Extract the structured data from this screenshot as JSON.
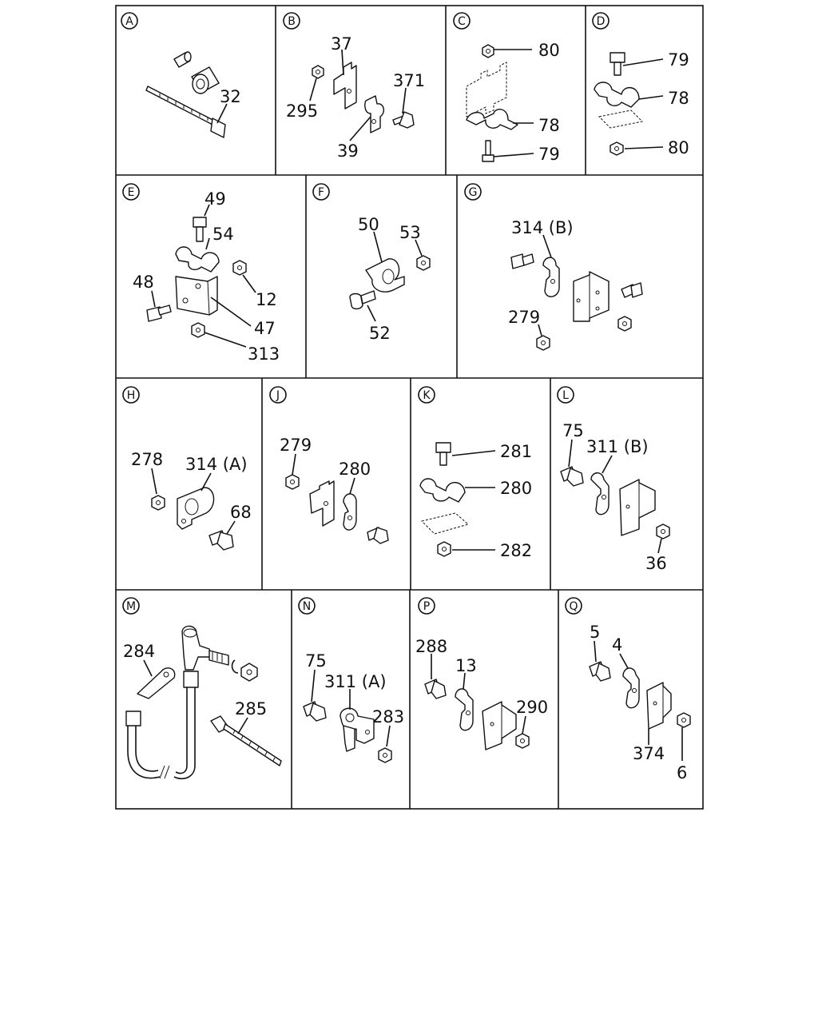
{
  "panels": [
    {
      "letter": "A",
      "labels": [
        "32"
      ]
    },
    {
      "letter": "B",
      "labels": [
        "37",
        "295",
        "371",
        "39"
      ]
    },
    {
      "letter": "C",
      "labels": [
        "80",
        "78",
        "79"
      ]
    },
    {
      "letter": "D",
      "labels": [
        "79",
        "78",
        "80"
      ]
    },
    {
      "letter": "E",
      "labels": [
        "49",
        "54",
        "12",
        "48",
        "47",
        "313"
      ]
    },
    {
      "letter": "F",
      "labels": [
        "50",
        "53",
        "52"
      ]
    },
    {
      "letter": "G",
      "labels": [
        "314 (B)",
        "279"
      ]
    },
    {
      "letter": "H",
      "labels": [
        "278",
        "314 (A)",
        "68"
      ]
    },
    {
      "letter": "J",
      "labels": [
        "279",
        "280"
      ]
    },
    {
      "letter": "K",
      "labels": [
        "281",
        "280",
        "282"
      ]
    },
    {
      "letter": "L",
      "labels": [
        "75",
        "311 (B)",
        "36"
      ]
    },
    {
      "letter": "M",
      "labels": [
        "284",
        "285"
      ]
    },
    {
      "letter": "N",
      "labels": [
        "75",
        "311 (A)",
        "283"
      ]
    },
    {
      "letter": "P",
      "labels": [
        "288",
        "13",
        "290"
      ]
    },
    {
      "letter": "Q",
      "labels": [
        "5",
        "4",
        "374",
        "6"
      ]
    }
  ]
}
